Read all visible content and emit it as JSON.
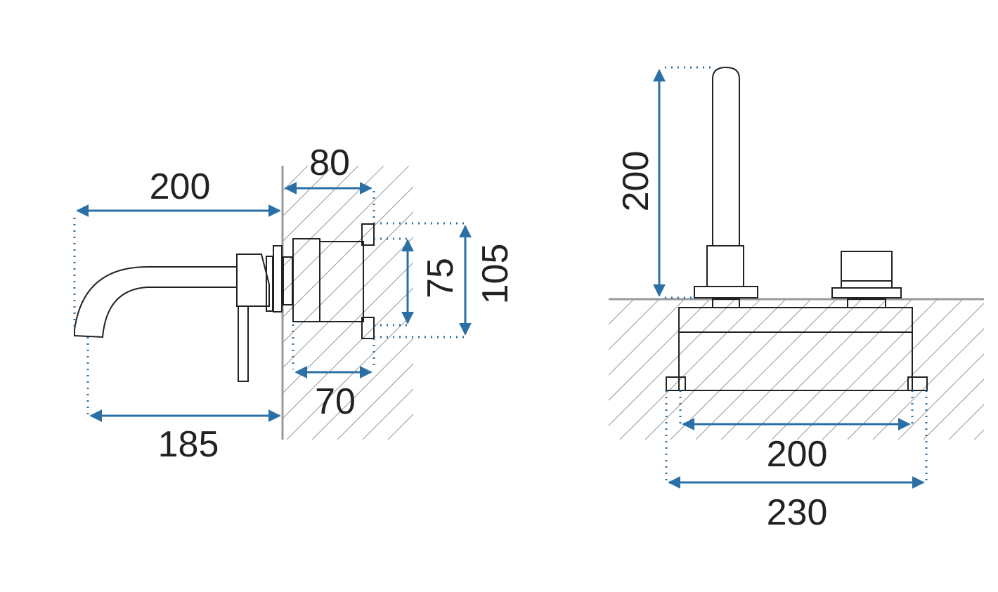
{
  "colors": {
    "accent": "#2a6fa6",
    "outline": "#222222",
    "hatch": "#9a9a9a"
  },
  "side_view": {
    "dim_spout_projection": "200",
    "dim_body_depth_outer": "80",
    "dim_body_height_inner": "75",
    "dim_body_height_outer": "105",
    "dim_body_depth_inner": "70",
    "dim_spout_to_wall": "185"
  },
  "top_view": {
    "dim_spout_length": "200",
    "dim_body_width_inner": "200",
    "dim_body_width_outer": "230"
  }
}
